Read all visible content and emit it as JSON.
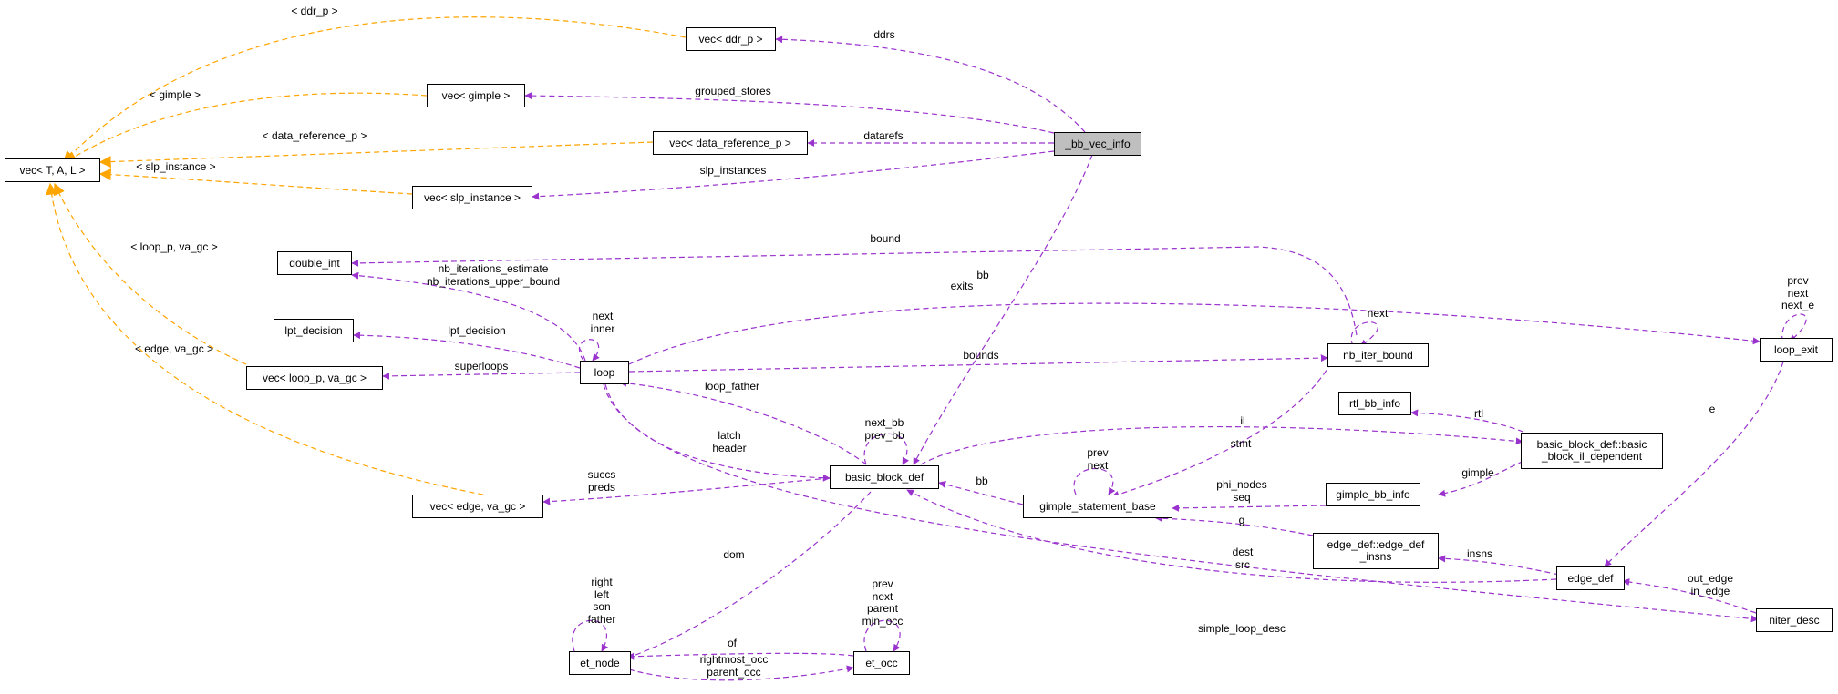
{
  "diagram": {
    "colors": {
      "member_edge": "#9a32cd",
      "template_edge": "#ffa500",
      "node_border": "#000000",
      "focus_fill": "#bfbfbf"
    },
    "nodes": {
      "bb_vec_info": "_bb_vec_info",
      "vec_ddr_p": "vec< ddr_p >",
      "vec_gimple": "vec< gimple >",
      "vec_data_reference_p": "vec< data_reference_p >",
      "vec_slp_instance": "vec< slp_instance >",
      "vec_tal": "vec< T, A, L >",
      "double_int": "double_int",
      "lpt_decision": "lpt_decision",
      "vec_loop_p": "vec< loop_p, va_gc >",
      "loop": "loop",
      "nb_iter_bound": "nb_iter_bound",
      "loop_exit": "loop_exit",
      "rtl_bb_info": "rtl_bb_info",
      "bb_il_dependent_line1": "basic_block_def::basic",
      "bb_il_dependent_line2": "_block_il_dependent",
      "basic_block_def": "basic_block_def",
      "gimple_statement_base": "gimple_statement_base",
      "gimple_bb_info": "gimple_bb_info",
      "vec_edge": "vec< edge, va_gc >",
      "edge_def_insns_line1": "edge_def::edge_def",
      "edge_def_insns_line2": "_insns",
      "edge_def": "edge_def",
      "niter_desc": "niter_desc",
      "et_node": "et_node",
      "et_occ": "et_occ"
    },
    "labels": {
      "ddr_p_tpl": "< ddr_p >",
      "gimple_tpl": "< gimple >",
      "data_reference_p_tpl": "< data_reference_p >",
      "slp_instance_tpl": "< slp_instance >",
      "loop_p_tpl": "< loop_p, va_gc >",
      "edge_tpl": "< edge, va_gc >",
      "ddrs": "ddrs",
      "grouped_stores": "grouped_stores",
      "datarefs": "datarefs",
      "slp_instances": "slp_instances",
      "bb": "bb",
      "bound": "bound",
      "nb_iterations": [
        "nb_iterations_estimate",
        "nb_iterations_upper_bound"
      ],
      "loop_self": [
        "next",
        "inner"
      ],
      "exits": "exits",
      "lpt_decision": "lpt_decision",
      "superloops": "superloops",
      "bounds": "bounds",
      "nb_iter_next": "next",
      "loop_exit_self": [
        "prev",
        "next",
        "next_e"
      ],
      "e": "e",
      "loop_father": "loop_father",
      "bb_self": [
        "next_bb",
        "prev_bb"
      ],
      "il": "il",
      "rtl": "rtl",
      "latch_header": [
        "latch",
        "header"
      ],
      "stmt": "stmt",
      "gimple_self": [
        "prev",
        "next"
      ],
      "gimple": "gimple",
      "succs_preds": [
        "succs",
        "preds"
      ],
      "bb_gimple": "bb",
      "phi_nodes_seq": [
        "phi_nodes",
        "seq"
      ],
      "g": "g",
      "insns": "insns",
      "dom": "dom",
      "dest_src": [
        "dest",
        "src"
      ],
      "out_in_edge": [
        "out_edge",
        "in_edge"
      ],
      "simple_loop_desc": "simple_loop_desc",
      "et_node_self": [
        "right",
        "left",
        "son",
        "father"
      ],
      "et_occ_self": [
        "prev",
        "next",
        "parent",
        "min_occ"
      ],
      "of": "of",
      "rightmost_parent_occ": [
        "rightmost_occ",
        "parent_occ"
      ]
    }
  }
}
